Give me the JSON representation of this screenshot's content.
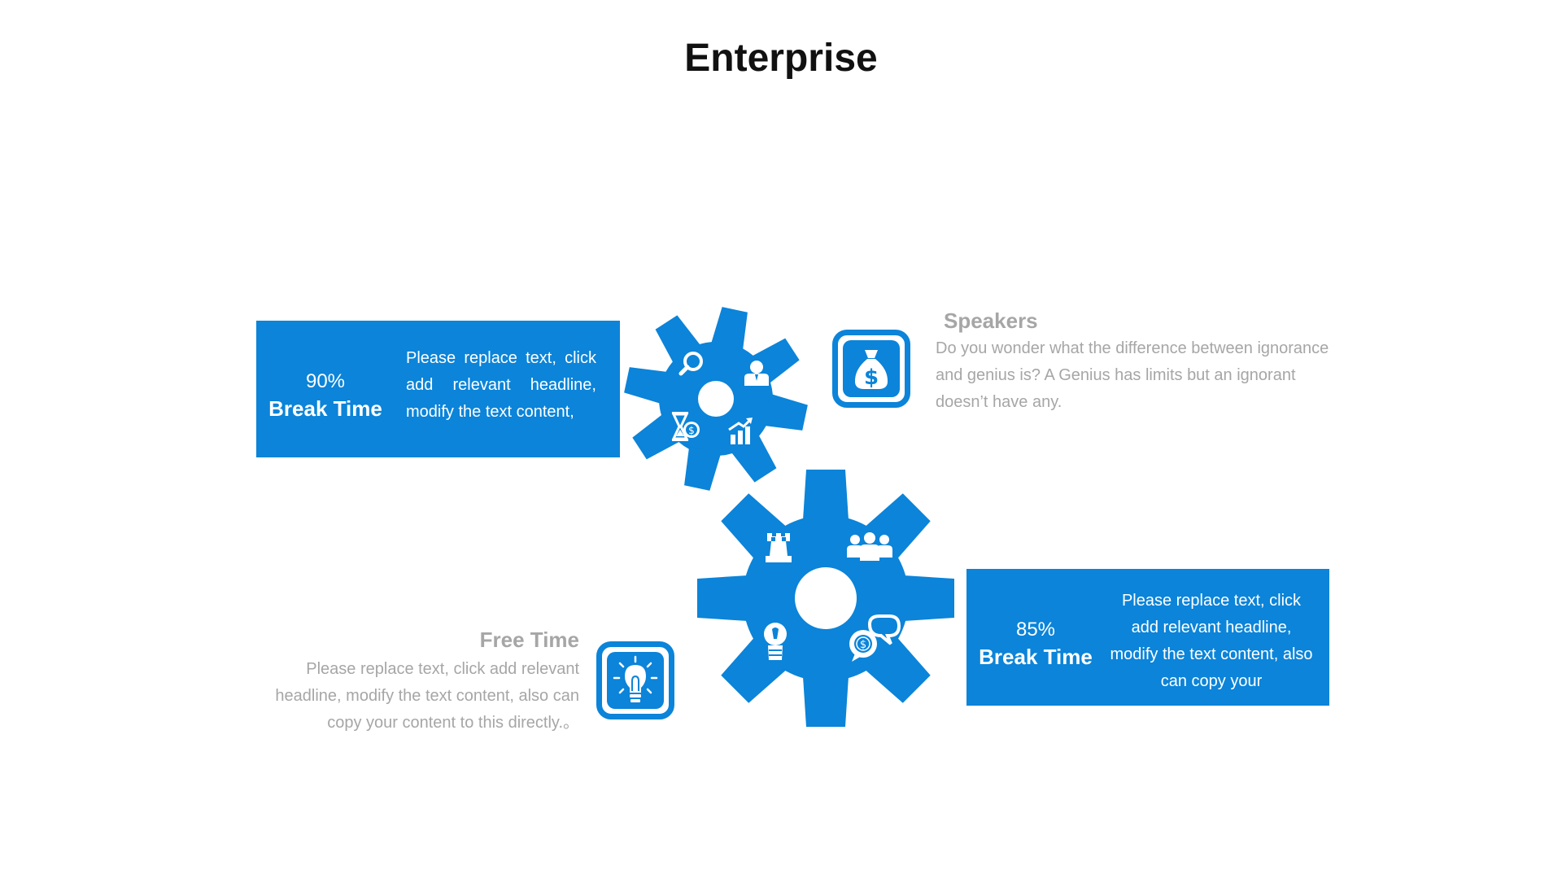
{
  "slide": {
    "title": "Enterprise"
  },
  "left_box": {
    "percent": "90%",
    "label": "Break Time",
    "text": "Please replace text, click add relevant headline, modify the text content,"
  },
  "right_box": {
    "percent": "85%",
    "label": "Break Time",
    "text": "Please replace text, click add relevant headline, modify the text content, also can copy your"
  },
  "speakers": {
    "heading": "Speakers",
    "text": "Do you wonder what the difference between ignorance and genius is? A Genius has limits but an ignorant doesn’t have any."
  },
  "free_time": {
    "heading": "Free Time",
    "text": "Please replace text, click add relevant headline, modify the text content, also can copy your content to this directly.。"
  },
  "icons": {
    "top_gear": [
      "search-icon",
      "person-icon",
      "hourglass-money-icon",
      "growth-chart-icon"
    ],
    "big_gear": [
      "chess-rook-icon",
      "team-icon",
      "idea-person-icon",
      "money-chat-icon"
    ],
    "money_box": "money-bag-icon",
    "bulb_box": "lightbulb-icon"
  },
  "colors": {
    "accent": "#0B84D9",
    "muted_text": "#A6A6A6",
    "title": "#111111"
  }
}
